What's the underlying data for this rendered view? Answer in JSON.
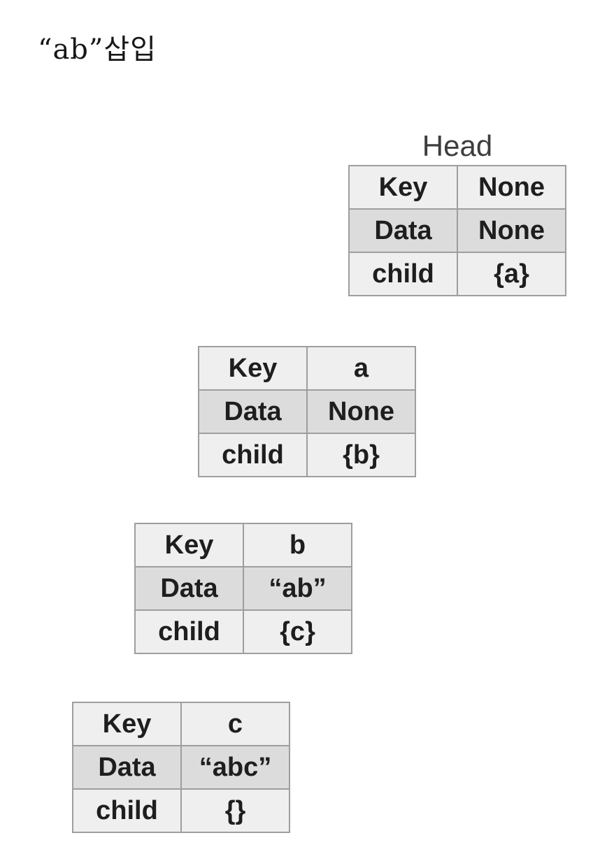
{
  "page": {
    "title": "“ab”삽입"
  },
  "colors": {
    "background": "#ffffff",
    "row_light": "#efefef",
    "row_dark": "#dcdcdc",
    "border": "#9e9e9e",
    "cell_text": "#1e1e1e",
    "head_label_text": "#3d3d3d"
  },
  "nodes": [
    {
      "label": "Head",
      "rows": [
        {
          "field": "Key",
          "value": "None"
        },
        {
          "field": "Data",
          "value": "None"
        },
        {
          "field": "child",
          "value": "{a}"
        }
      ]
    },
    {
      "label": "",
      "rows": [
        {
          "field": "Key",
          "value": "a"
        },
        {
          "field": "Data",
          "value": "None"
        },
        {
          "field": "child",
          "value": "{b}"
        }
      ]
    },
    {
      "label": "",
      "rows": [
        {
          "field": "Key",
          "value": "b"
        },
        {
          "field": "Data",
          "value": "“ab”"
        },
        {
          "field": "child",
          "value": "{c}"
        }
      ]
    },
    {
      "label": "",
      "rows": [
        {
          "field": "Key",
          "value": "c"
        },
        {
          "field": "Data",
          "value": "“abc”"
        },
        {
          "field": "child",
          "value": "{}"
        }
      ]
    }
  ]
}
